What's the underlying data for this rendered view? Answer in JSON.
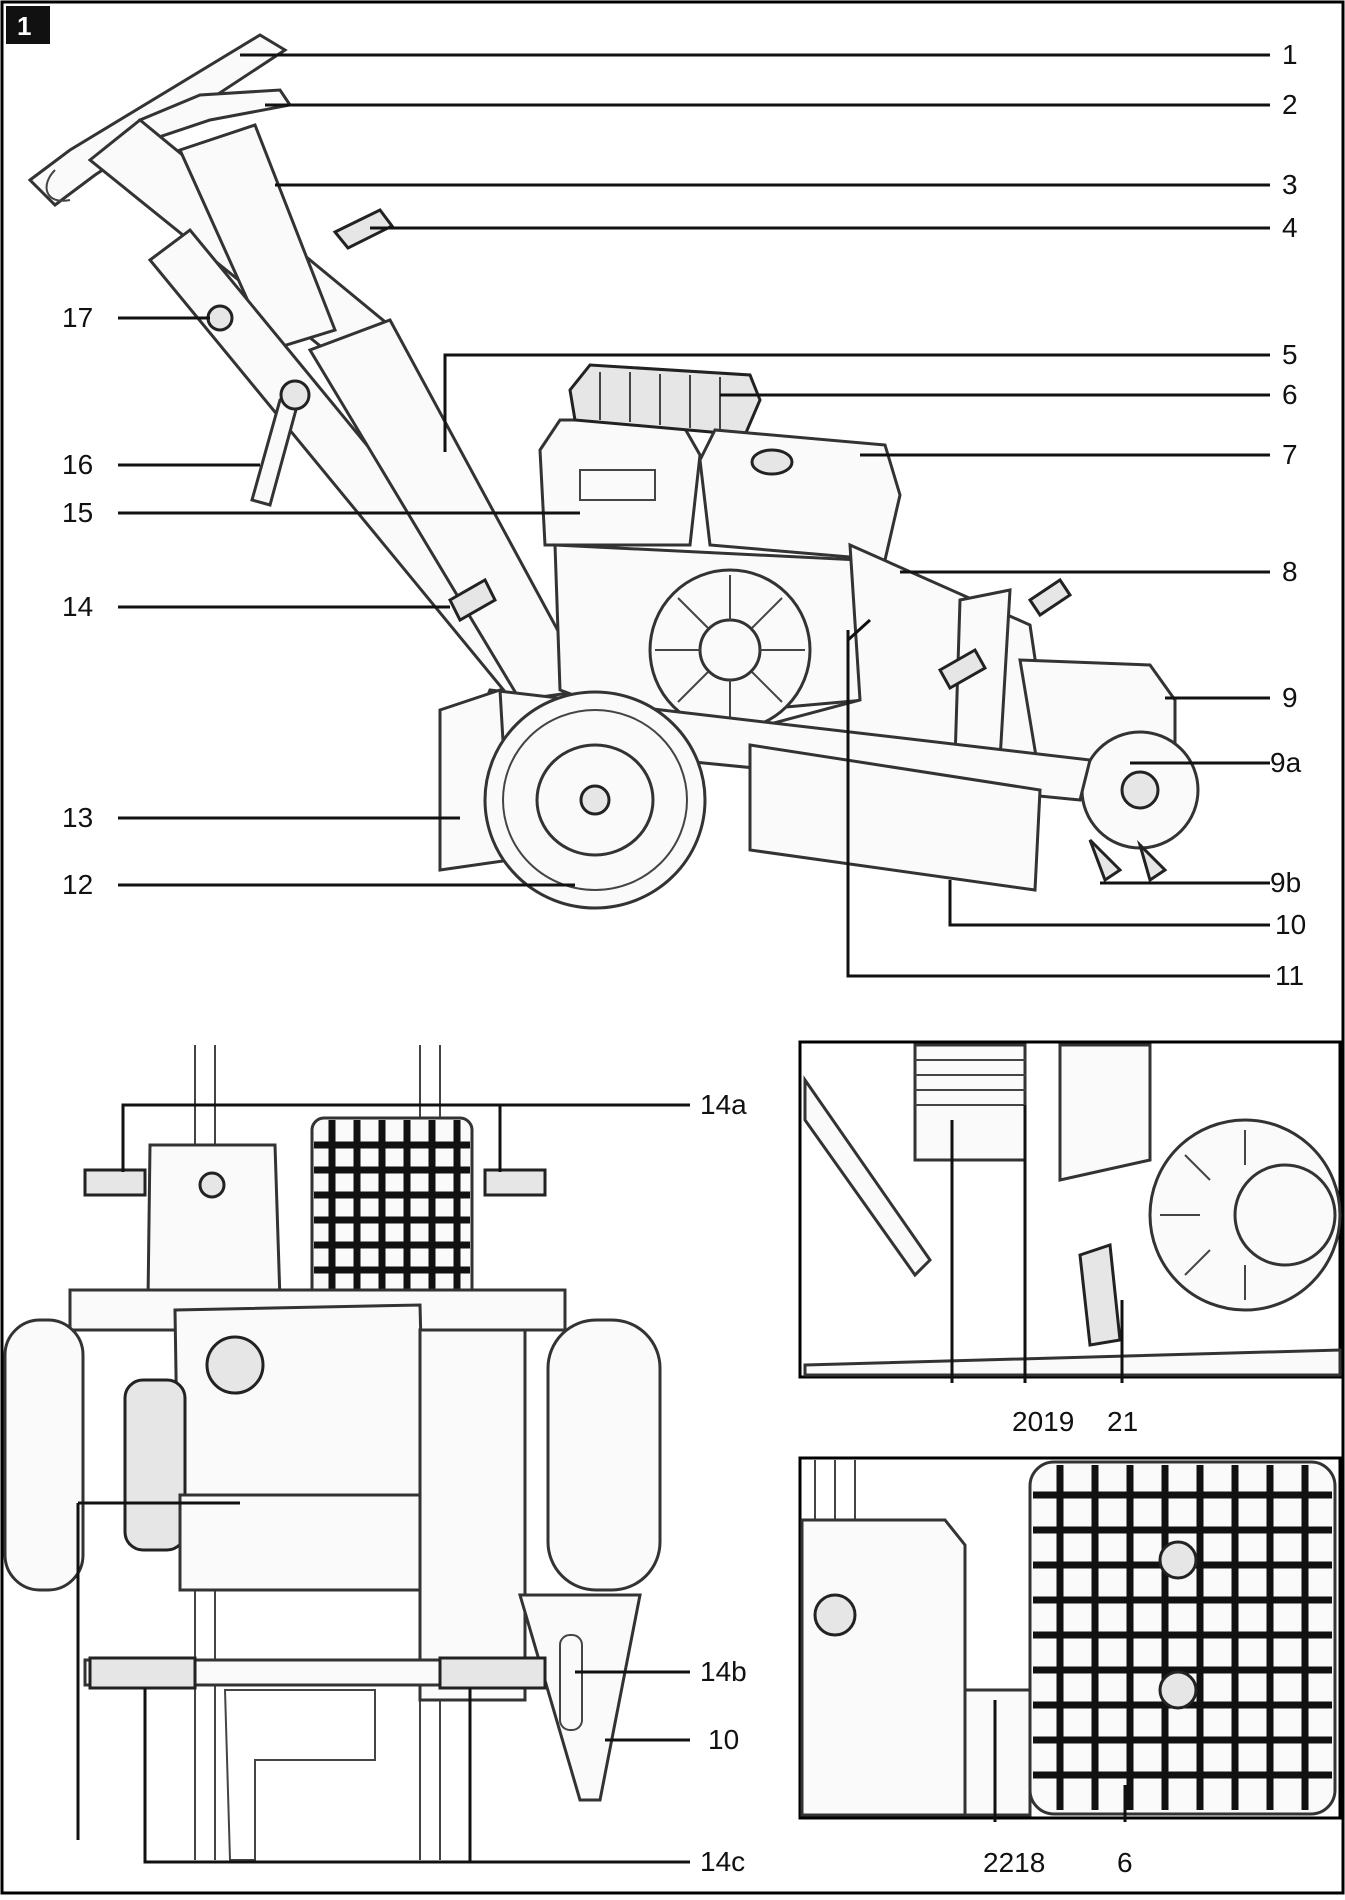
{
  "figure_number": "1",
  "labels": {
    "l1": "1",
    "l2": "2",
    "l3": "3",
    "l4": "4",
    "l5": "5",
    "l6": "6",
    "l7": "7",
    "l8": "8",
    "l9": "9",
    "l9a": "9a",
    "l9b": "9b",
    "l10": "10",
    "l11": "11",
    "l12": "12",
    "l13": "13",
    "l14": "14",
    "l15": "15",
    "l16": "16",
    "l17": "17",
    "l14a": "14a",
    "l14b": "14b",
    "l14c": "14c",
    "l10b": "10",
    "l2019": "2019",
    "l21": "21",
    "l2218": "2218",
    "l6b": "6"
  },
  "colors": {
    "line": "#111111",
    "frame": "#000000",
    "badge": "#111111"
  }
}
